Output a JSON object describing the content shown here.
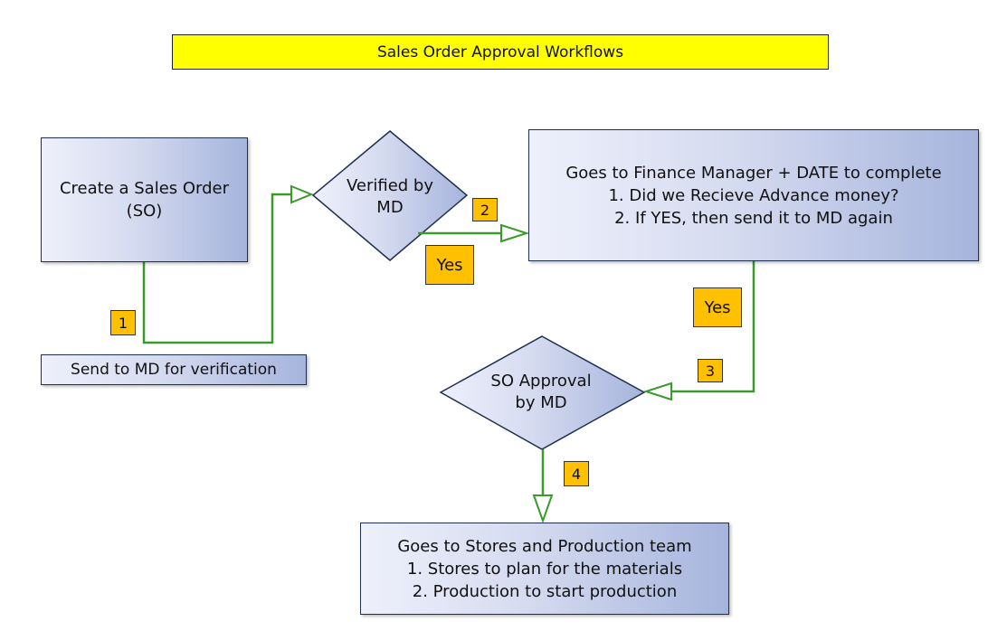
{
  "title": "Sales Order Approval Workflows",
  "nodes": {
    "create_so": {
      "lines": [
        "Create a Sales Order",
        "(SO)"
      ]
    },
    "send_to_md": {
      "text": "Send to MD for verification"
    },
    "verified_by_md": {
      "lines": [
        "Verified by",
        "MD"
      ]
    },
    "finance_manager": {
      "lines": [
        "Goes to Finance Manager + DATE to complete",
        "1. Did we Recieve Advance money?",
        "2. If YES, then send it to MD again"
      ]
    },
    "so_approval": {
      "lines": [
        "SO Approval",
        "by MD"
      ]
    },
    "stores_production": {
      "lines": [
        "Goes to Stores and Production team",
        "1. Stores to plan for the materials",
        "2. Production to start production"
      ]
    }
  },
  "step_labels": [
    "1",
    "2",
    "3",
    "4"
  ],
  "edge_labels": [
    "Yes",
    "Yes"
  ],
  "colors": {
    "title_fill": "#ffff00",
    "badge_fill": "#ffc000",
    "connector": "#3a9a2a",
    "node_fill_light": "#eef0fb",
    "node_fill_dark": "#a6b4dc",
    "node_border": "#1f2f4f"
  }
}
